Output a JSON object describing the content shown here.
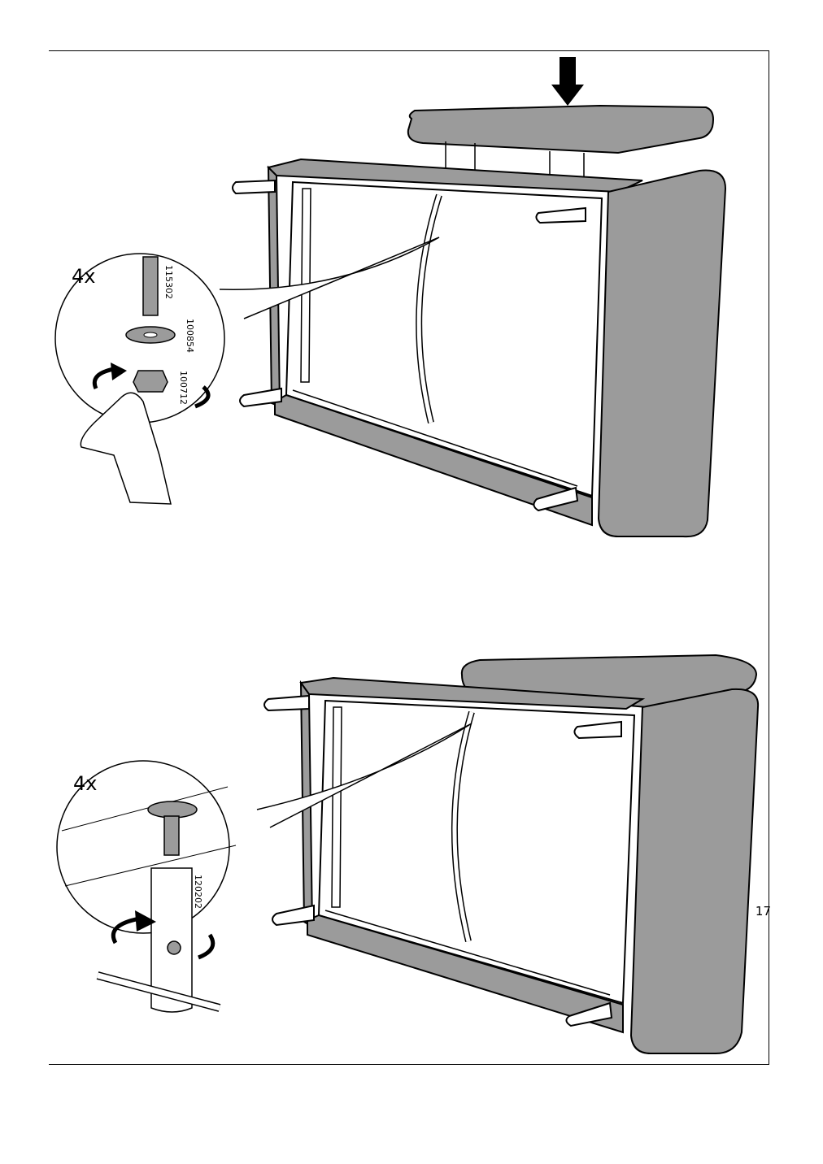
{
  "step1": {
    "quantity": "4x",
    "parts": [
      "115302",
      "100854",
      "100712"
    ]
  },
  "step2": {
    "quantity": "4x",
    "parts": [
      "120202"
    ]
  },
  "page_number": "17"
}
